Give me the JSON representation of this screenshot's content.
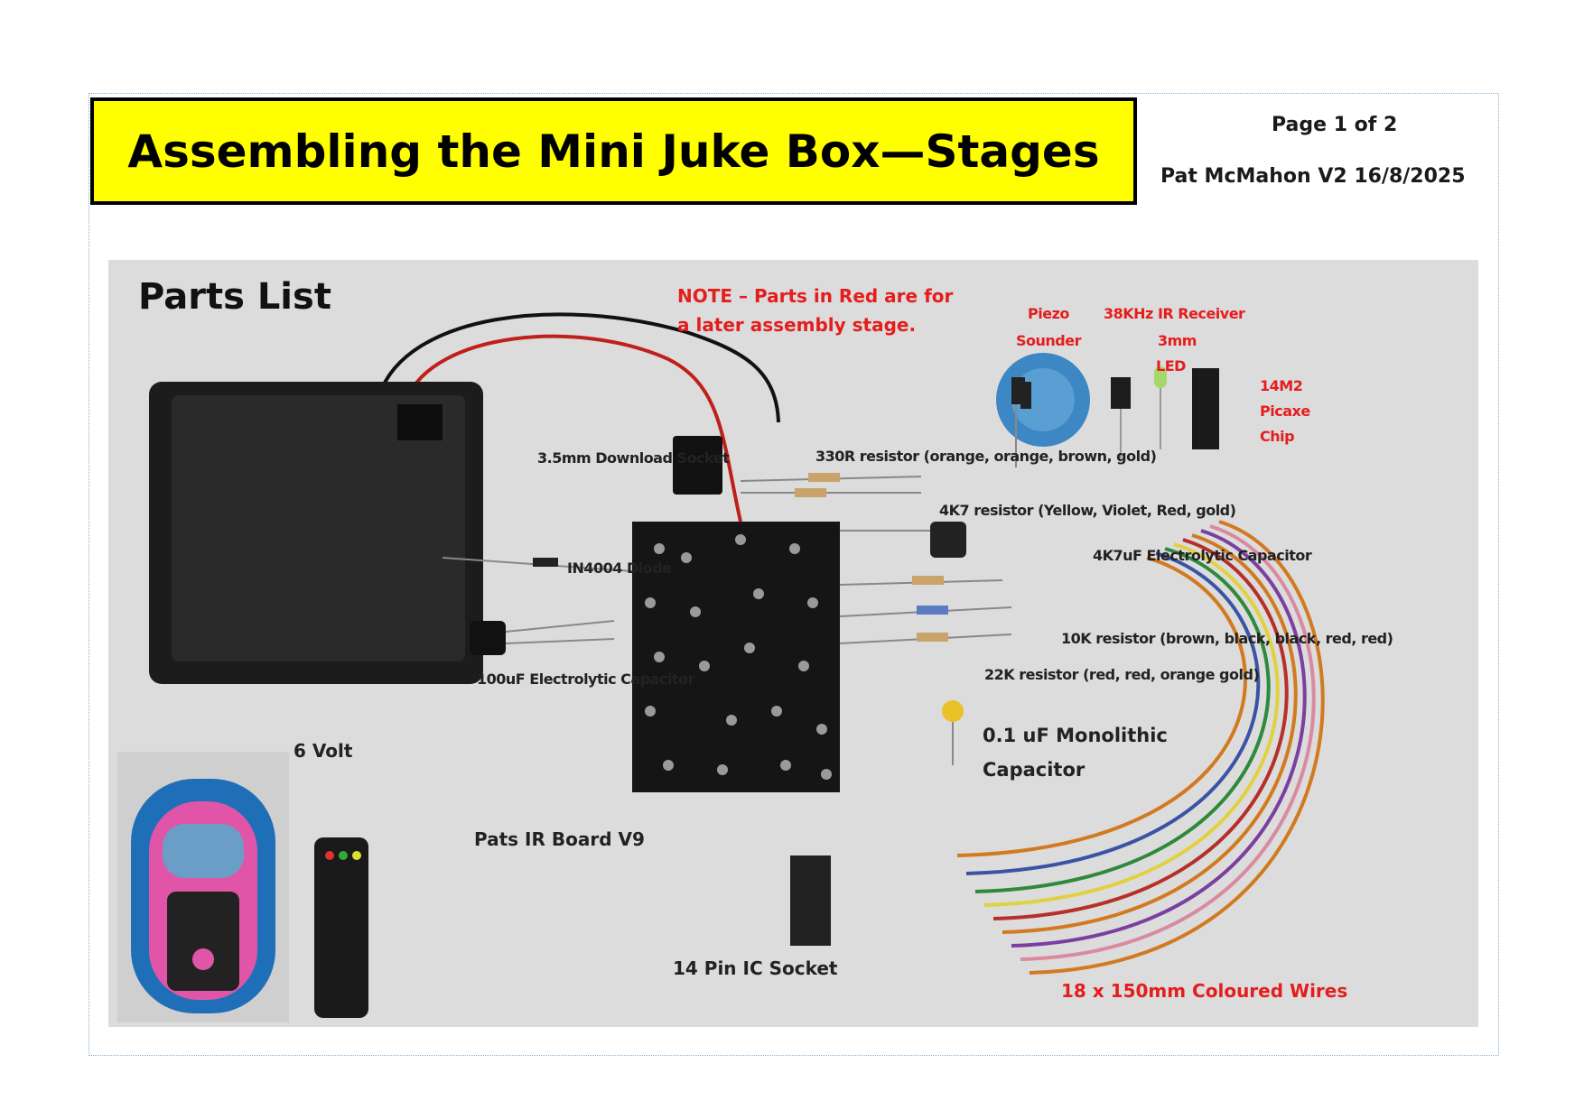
{
  "header": {
    "title": "Assembling the Mini Juke Box—Stages",
    "page": "Page 1 of 2",
    "author_version": "Pat McMahon V2 16/8/2025"
  },
  "photo": {
    "heading": "Parts List",
    "note_line1": "NOTE – Parts in Red are for",
    "note_line2": "a later assembly stage.",
    "labels": {
      "piezo": [
        "Piezo",
        "Sounder"
      ],
      "ir_receiver": "38KHz IR Receiver",
      "led": [
        "3mm",
        "LED"
      ],
      "chip": [
        "14M2",
        "Picaxe",
        "Chip"
      ],
      "download_socket": "3.5mm Download Socket",
      "r330": "330R resistor (orange, orange, brown, gold)",
      "r4k7": "4K7 resistor (Yellow, Violet, Red, gold)",
      "cap47": "4K7uF Electrolytic Capacitor",
      "diode": "IN4004 Diode",
      "cap100": "100uF Electrolytic Capacitor",
      "r10k": "10K resistor (brown, black, black, red, red)",
      "r22k": "22K resistor (red, red, orange gold)",
      "mono_cap": [
        "0.1 uF Monolithic",
        "Capacitor"
      ],
      "battery": "6 Volt",
      "board": "Pats IR Board V9",
      "ic_socket": "14 Pin IC Socket",
      "wires": "18 x 150mm  Coloured Wires"
    }
  },
  "colors": {
    "title_bg": "#ffff00",
    "red_text": "#e41d1d"
  }
}
